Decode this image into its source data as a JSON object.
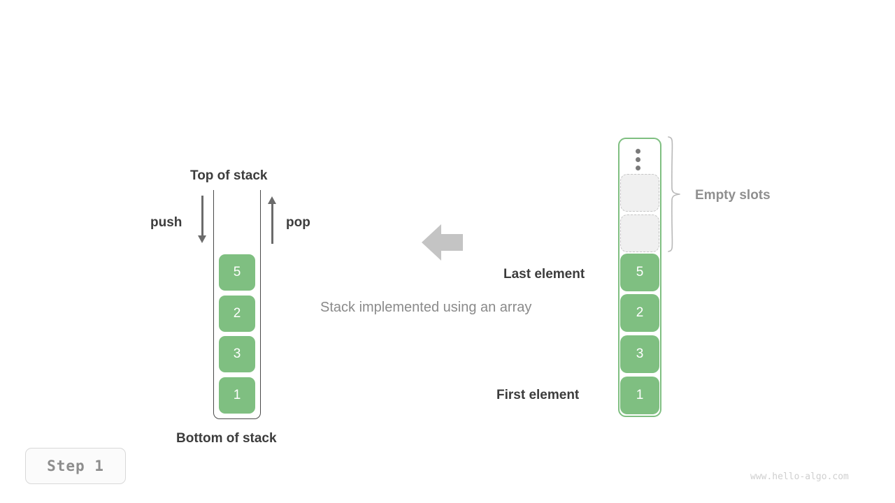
{
  "figure": {
    "caption": "Stack implemented using an array",
    "watermark": "www.hello-algo.com",
    "step_badge": "Step 1",
    "colors": {
      "element_fill": "#7fbf81",
      "element_text": "#ffffff",
      "array_border": "#7fbf81",
      "stack_border": "#4a4a4a",
      "empty_slot_fill": "#f0f0f0",
      "empty_slot_border": "#c6c6c6",
      "arrow_gray": "#6b6b6b",
      "transform_arrow": "#c4c4c4",
      "label_dark": "#3c3c3c",
      "label_gray": "#8f8f8f",
      "caption_gray": "#8a8a8a"
    }
  },
  "stack_diagram": {
    "top_label": "Top of stack",
    "bottom_label": "Bottom of stack",
    "push_label": "push",
    "pop_label": "pop",
    "push_icon": "arrow-down-icon",
    "pop_icon": "arrow-up-icon",
    "elements_top_to_bottom": [
      "5",
      "2",
      "3",
      "1"
    ]
  },
  "transform": {
    "icon": "arrow-left-icon"
  },
  "array_diagram": {
    "empty_slots_label": "Empty slots",
    "last_element_label": "Last element",
    "first_element_label": "First element",
    "ellipsis_icon": "vertical-ellipsis-icon",
    "brace_icon": "curly-brace-icon",
    "empty_slot_count": 2,
    "elements_top_to_bottom": [
      "5",
      "2",
      "3",
      "1"
    ]
  },
  "chart_data": {
    "type": "diagram",
    "title": "Stack implemented using an array",
    "stack_values_top_to_bottom": [
      5,
      2,
      3,
      1
    ],
    "array_values_top_to_bottom": [
      5,
      2,
      3,
      1
    ],
    "array_empty_slots": 2,
    "annotations": [
      "Top of stack",
      "Bottom of stack",
      "push",
      "pop",
      "Empty slots",
      "Last element",
      "First element"
    ]
  }
}
